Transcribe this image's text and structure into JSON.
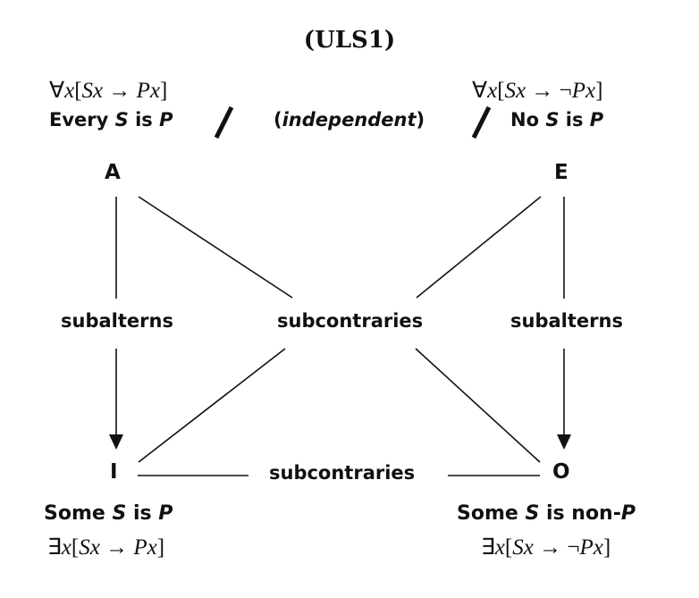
{
  "title": "(ULS1)",
  "header": {
    "middle_prefix": "(",
    "middle_italic": "independent",
    "middle_suffix": ")"
  },
  "corners": {
    "A": {
      "letter": "A",
      "formula": {
        "quantifier": "∀",
        "var": "x",
        "open": "[",
        "S": "Sx",
        "arrow": " → ",
        "neg": "",
        "P": "Px",
        "close": "]"
      },
      "statement": {
        "prefix": "Every ",
        "S": "S",
        "mid": " is ",
        "P": "P",
        "suffix": ""
      }
    },
    "E": {
      "letter": "E",
      "formula": {
        "quantifier": "∀",
        "var": "x",
        "open": "[",
        "S": "Sx",
        "arrow": " → ",
        "neg": "¬",
        "P": "Px",
        "close": "]"
      },
      "statement": {
        "prefix": "No ",
        "S": "S",
        "mid": " is ",
        "P": "P",
        "suffix": ""
      }
    },
    "I": {
      "letter": "I",
      "formula": {
        "quantifier": "∃",
        "var": "x",
        "open": "[",
        "S": "Sx",
        "arrow": " → ",
        "neg": "",
        "P": "Px",
        "close": "]"
      },
      "statement": {
        "prefix": "Some ",
        "S": "S",
        "mid": " is ",
        "P": "P",
        "suffix": ""
      }
    },
    "O": {
      "letter": "O",
      "formula": {
        "quantifier": "∃",
        "var": "x",
        "open": "[",
        "S": "Sx",
        "arrow": " → ",
        "neg": "¬",
        "P": "Px",
        "close": "]"
      },
      "statement": {
        "prefix": "Some ",
        "S": "S",
        "mid": " is non-",
        "P": "P",
        "suffix": ""
      }
    }
  },
  "relations": {
    "left_vertical": "subalterns",
    "right_vertical": "subalterns",
    "diagonal_center": "subcontraries",
    "bottom": "subcontraries"
  }
}
